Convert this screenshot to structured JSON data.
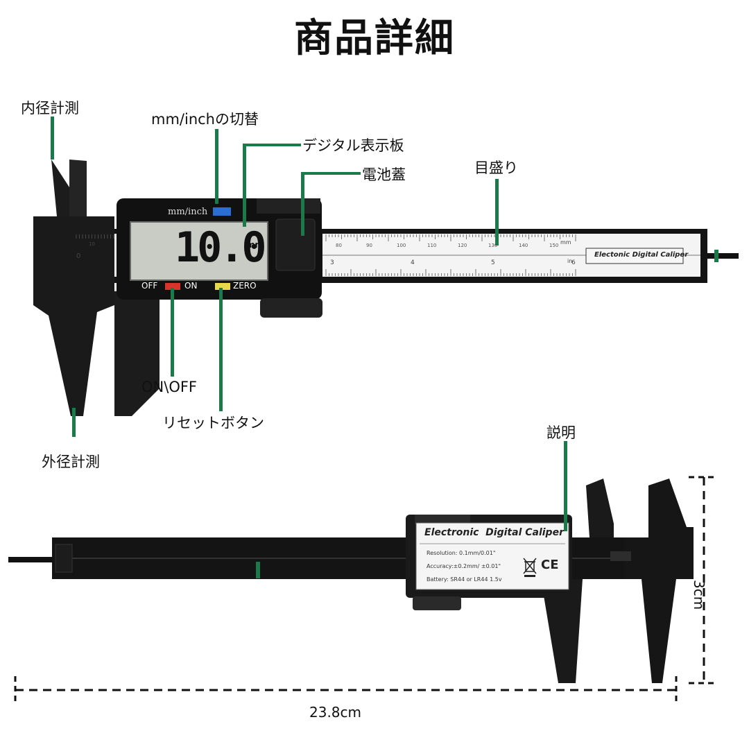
{
  "title": "商品詳細",
  "labels": {
    "inner": "内径計測",
    "mode": "mm/inchの切替",
    "display": "デジタル表示板",
    "battery": "電池蓋",
    "scale": "目盛り",
    "power": "ON\\OFF",
    "reset": "リセットボタン",
    "outer": "外径計測",
    "manual": "説明"
  },
  "device": {
    "mode_label": "mm/inch",
    "reading": "10.0",
    "unit": "mm",
    "btn_off": "OFF",
    "btn_on": "ON",
    "btn_zero": "ZERO",
    "beam_label": "Electonic Digital Caliper",
    "scale_unit_mm": "mm",
    "scale_unit_in": "in",
    "scale_mm_ticks": [
      "80",
      "90",
      "100",
      "110",
      "120",
      "130",
      "140",
      "150"
    ],
    "scale_in_ticks": [
      "3",
      "4",
      "5",
      "6"
    ],
    "left_ticks": [
      "10",
      "0"
    ]
  },
  "back": {
    "plate_title": "Electronic  Digital Caliper",
    "resolution": "Resolution: 0.1mm/0.01\"",
    "accuracy": "Accuracy:±0.2mm/ ±0.01\"",
    "battery": "Battery: SR44 or LR44 1.5v",
    "ce": "CE"
  },
  "dimensions": {
    "length": "23.8cm",
    "height": "3cm"
  },
  "colors": {
    "accent": "#1a7a4a",
    "body": "#141414",
    "lcd": "#c9ccc4",
    "on_btn": "#d9342b",
    "zero_btn": "#e8d94a",
    "mode_btn": "#2a6fd6"
  }
}
